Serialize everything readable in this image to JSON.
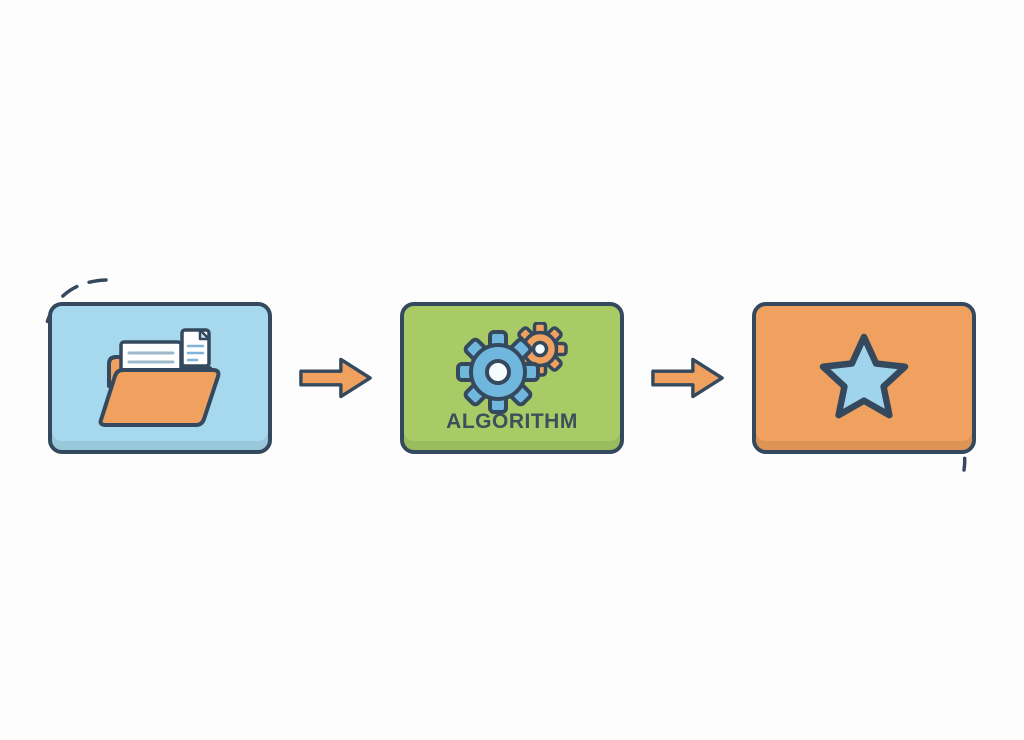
{
  "diagram": {
    "nodes": [
      {
        "name": "input-data",
        "icon": "folder-with-documents-icon",
        "label": ""
      },
      {
        "name": "algorithm",
        "icon": "gears-icon",
        "label": "ALGORITHM"
      },
      {
        "name": "output-result",
        "icon": "star-icon",
        "label": ""
      }
    ],
    "connectors": [
      {
        "name": "arrow-1",
        "from": "input-data",
        "to": "algorithm"
      },
      {
        "name": "arrow-2",
        "from": "algorithm",
        "to": "output-result"
      }
    ]
  },
  "colors": {
    "bg": "#fdfdfe",
    "outline": "#34495e",
    "box-blue": "#a7d9ee",
    "box-green": "#a8cb66",
    "box-orange": "#f0a15f",
    "arrow-orange": "#f0a15f",
    "folder-orange": "#f0a15f",
    "paper-white": "#ffffff",
    "paper-line": "#9db9cc",
    "doc-line": "#7fb4d8",
    "gear-blue": "#6fb7dd",
    "gear-orange": "#f0a15f",
    "gear-hole": "#f4fbff",
    "star-blue": "#9fd4ec",
    "label-dark": "#3d4f5c"
  }
}
